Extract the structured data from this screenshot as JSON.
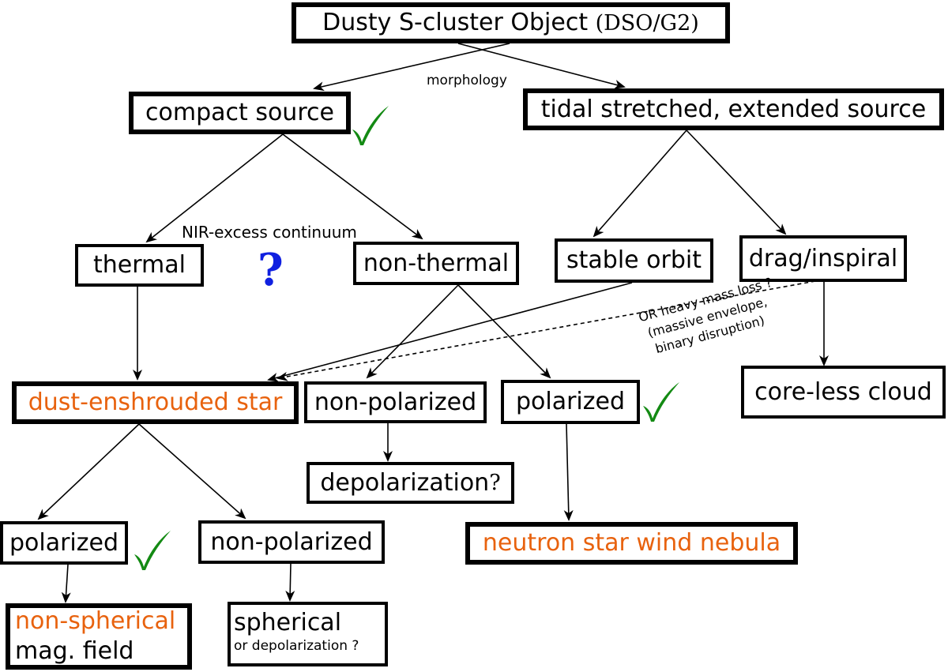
{
  "title": "Dusty S-cluster Object (DSO/G2) classification diagram",
  "colors": {
    "accent_orange": "#e8620e",
    "check_green": "#138a13",
    "question_blue": "#1020e0",
    "line": "#000000"
  },
  "nodes": {
    "root": {
      "main": "Dusty S-cluster Object ",
      "suffix": "(DSO/G2)"
    },
    "compact_source": "compact source",
    "extended_source": "tidal stretched, extended source",
    "thermal": "thermal",
    "non_thermal": "non-thermal",
    "stable_orbit": "stable orbit",
    "drag_inspiral": "drag/inspiral",
    "dust_enshrouded_star": "dust-enshrouded star",
    "non_polarized_mid": "non-polarized",
    "polarized_mid": "polarized",
    "core_less_cloud": "core-less cloud",
    "depolarization": "depolarization",
    "depolarization_q": "?",
    "neutron_star_wind_nebula": "neutron star wind nebula",
    "polarized_low": "polarized",
    "non_polarized_low": "non-polarized",
    "non_spherical": {
      "line1": "non-spherical",
      "line2": "mag. field"
    },
    "spherical": {
      "line1": "spherical",
      "line2": "or depolarization ?"
    }
  },
  "edge_labels": {
    "morphology": "morphology",
    "nir_excess": "NIR-excess continuum",
    "mass_loss": [
      "OR heavy mass loss ?",
      "(massive envelope,",
      "binary disruption)"
    ]
  },
  "markers": {
    "question": "?",
    "checks": [
      "compact source",
      "polarized (non-thermal branch)",
      "polarized (dust-enshrouded star branch)"
    ]
  },
  "edges": [
    {
      "from": "root",
      "to": "compact_source",
      "style": "solid"
    },
    {
      "from": "root",
      "to": "extended_source",
      "style": "solid"
    },
    {
      "from": "compact_source",
      "to": "thermal",
      "style": "solid"
    },
    {
      "from": "compact_source",
      "to": "non_thermal",
      "style": "solid"
    },
    {
      "from": "extended_source",
      "to": "stable_orbit",
      "style": "solid"
    },
    {
      "from": "extended_source",
      "to": "drag_inspiral",
      "style": "solid"
    },
    {
      "from": "thermal",
      "to": "dust_enshrouded_star",
      "style": "solid"
    },
    {
      "from": "non_thermal",
      "to": "non_polarized_mid",
      "style": "solid"
    },
    {
      "from": "non_thermal",
      "to": "polarized_mid",
      "style": "solid"
    },
    {
      "from": "stable_orbit",
      "to": "dust_enshrouded_star",
      "style": "solid"
    },
    {
      "from": "drag_inspiral",
      "to": "dust_enshrouded_star",
      "style": "dashed"
    },
    {
      "from": "drag_inspiral",
      "to": "core_less_cloud",
      "style": "solid"
    },
    {
      "from": "non_polarized_mid",
      "to": "depolarization",
      "style": "solid"
    },
    {
      "from": "polarized_mid",
      "to": "neutron_star_wind_nebula",
      "style": "solid"
    },
    {
      "from": "dust_enshrouded_star",
      "to": "polarized_low",
      "style": "solid"
    },
    {
      "from": "dust_enshrouded_star",
      "to": "non_polarized_low",
      "style": "solid"
    },
    {
      "from": "polarized_low",
      "to": "non_spherical",
      "style": "solid"
    },
    {
      "from": "non_polarized_low",
      "to": "spherical",
      "style": "solid"
    }
  ]
}
